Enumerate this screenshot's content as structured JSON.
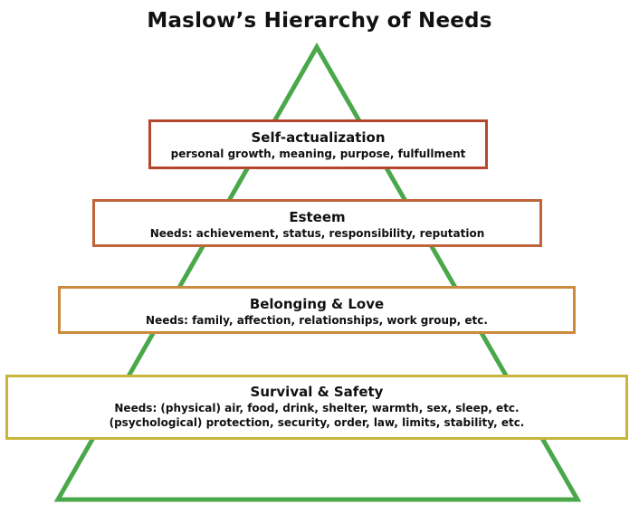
{
  "title": "Maslow’s Hierarchy of Needs",
  "colors": {
    "pyramid": "#4aa84a",
    "self_actualization": "#b5472f",
    "esteem": "#c0643a",
    "belonging": "#cc8a3c",
    "survival": "#c8b63c"
  },
  "levels": [
    {
      "name": "Self-actualization",
      "lines": [
        "personal growth, meaning, purpose, fulfullment"
      ]
    },
    {
      "name": "Esteem",
      "lines": [
        "Needs:  achievement, status, responsibility, reputation"
      ]
    },
    {
      "name": "Belonging & Love",
      "lines": [
        "Needs:  family, affection, relationships, work group, etc."
      ]
    },
    {
      "name": "Survival & Safety",
      "lines": [
        "Needs:  (physical) air, food, drink, shelter, warmth, sex, sleep, etc.",
        "(psychological) protection, security, order, law, limits, stability, etc."
      ]
    }
  ]
}
